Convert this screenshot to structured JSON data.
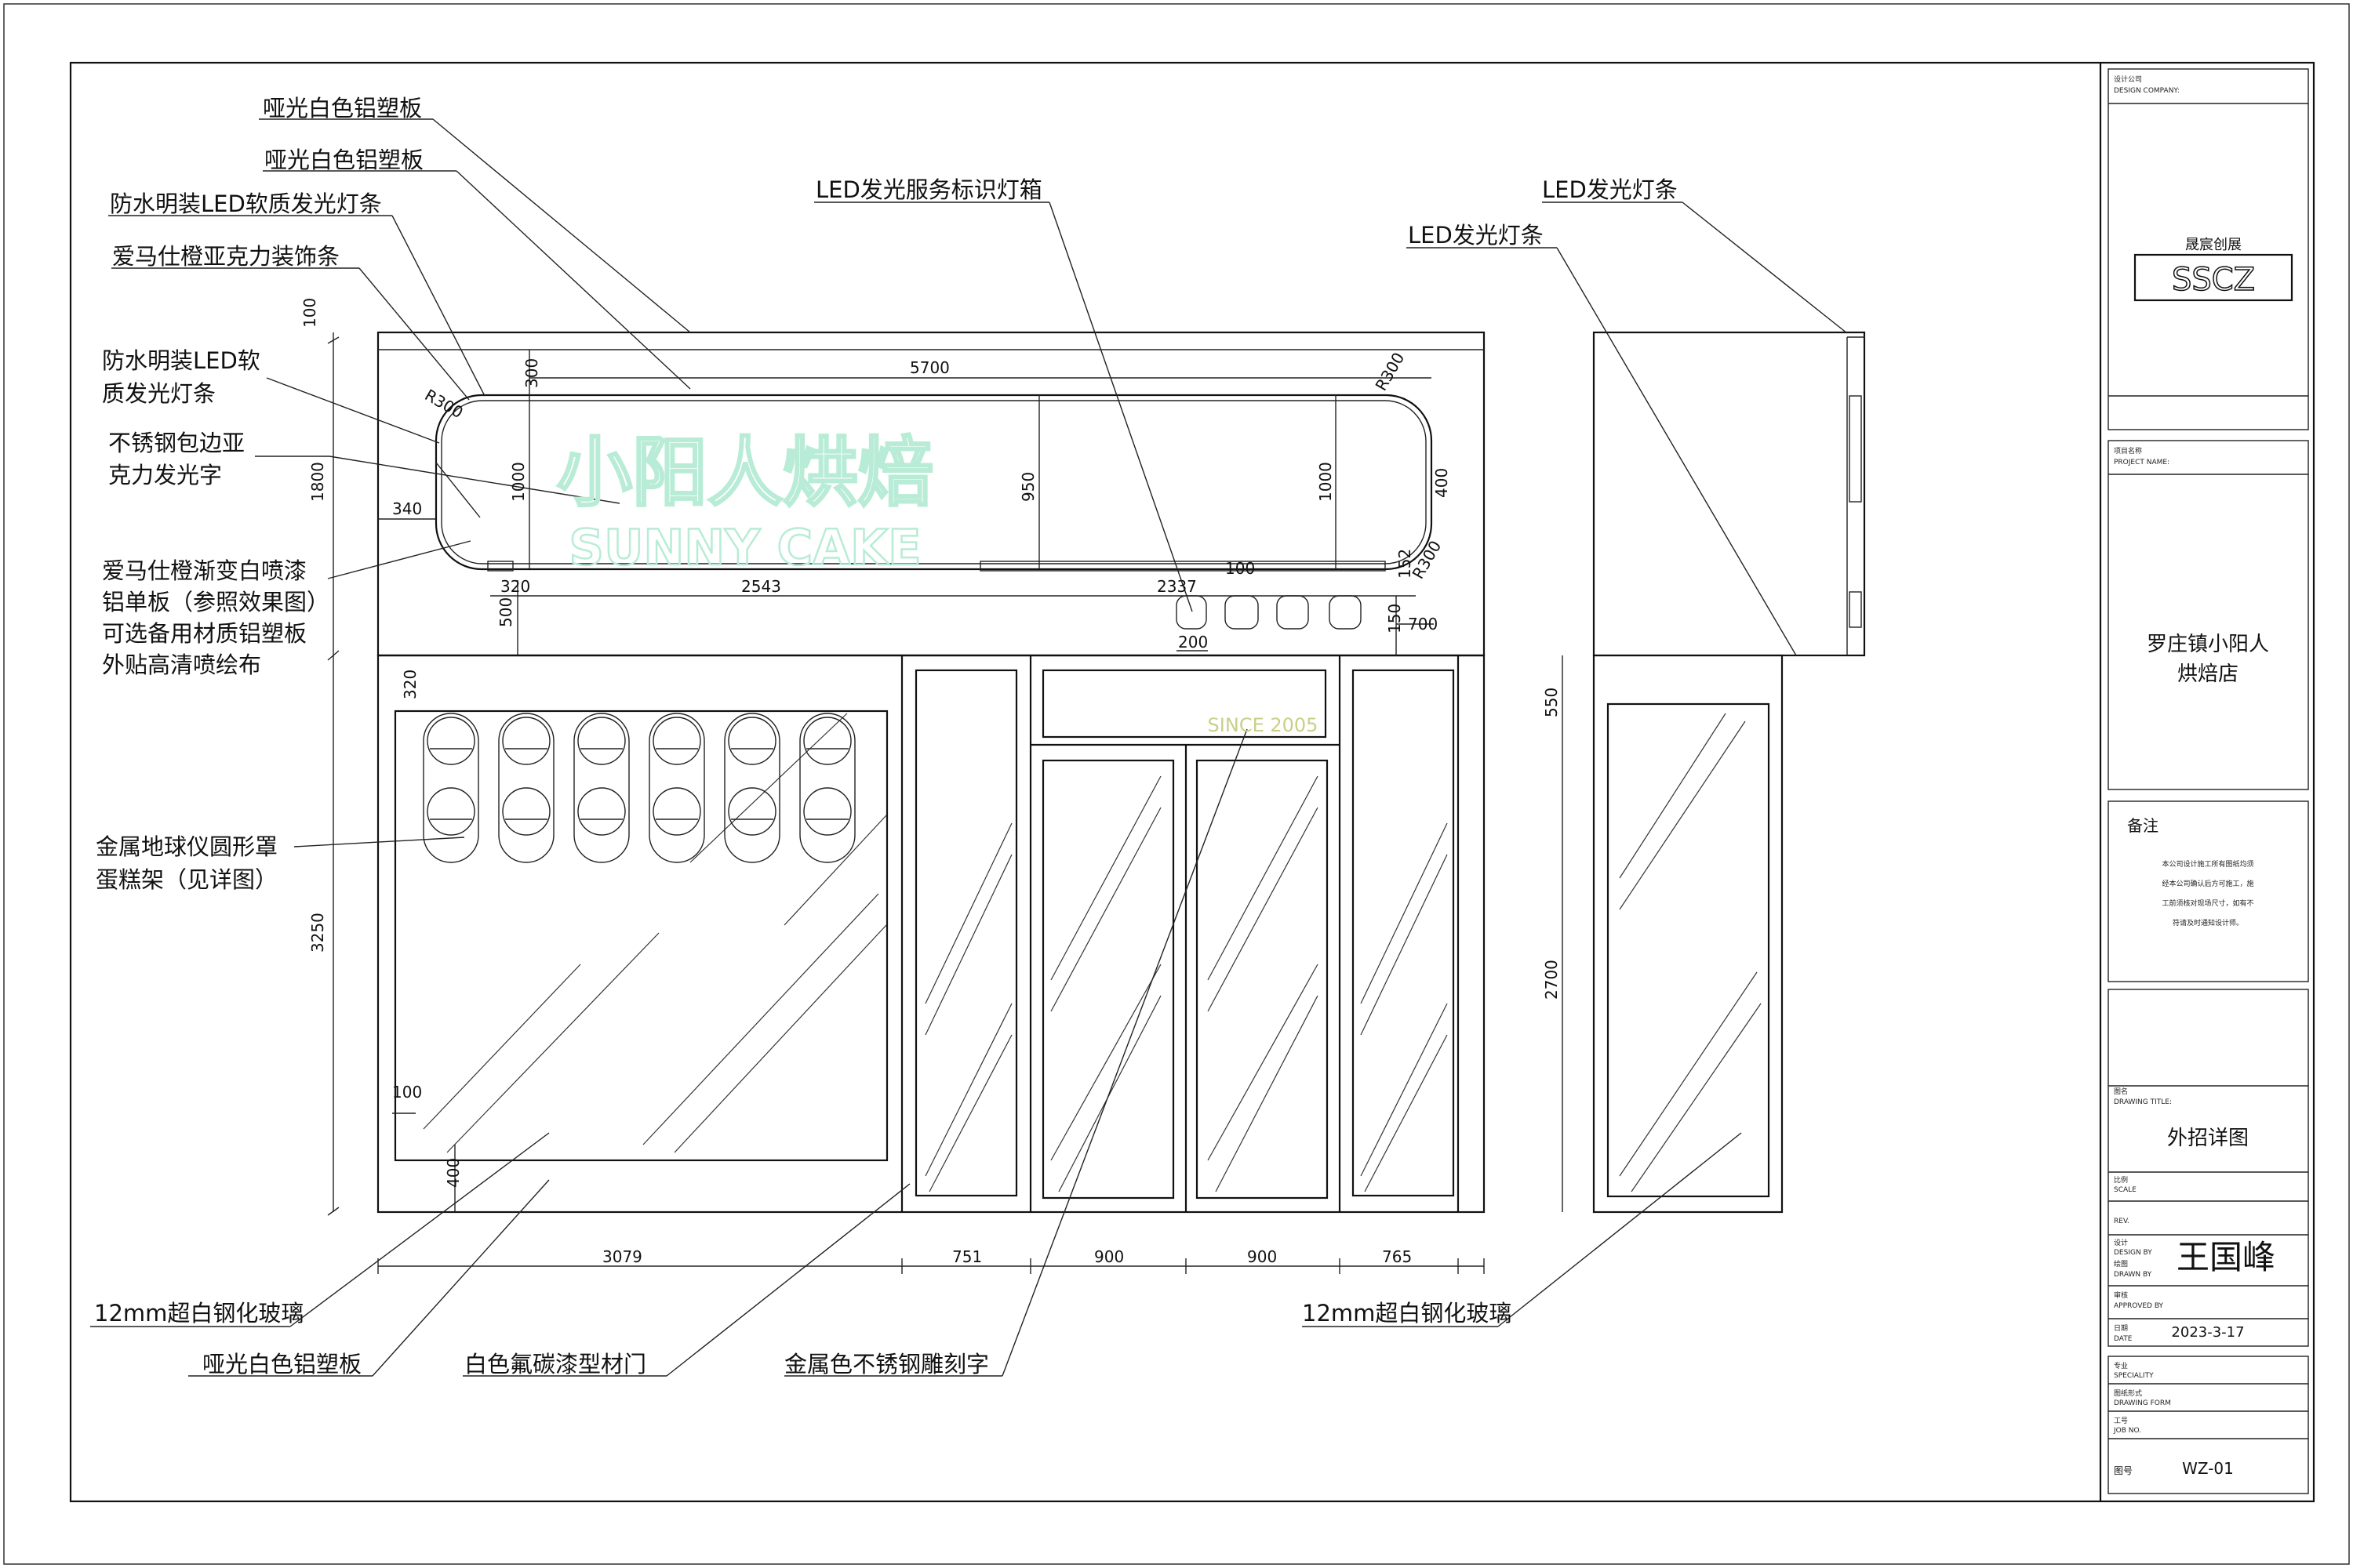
{
  "labels": {
    "top1": "哑光白色铝塑板",
    "top2": "哑光白色铝塑板",
    "led_strip_1": "防水明装LED软质发光灯条",
    "hermes_strip": "爱马仕橙亚克力装饰条",
    "led_strip_2a": "防水明装LED软",
    "led_strip_2b": "质发光灯条",
    "ss_acrylic_a": "不锈钢包边亚",
    "ss_acrylic_b": "克力发光字",
    "gradient_a": "爱马仕橙渐变白喷漆",
    "gradient_b": "铝单板（参照效果图）",
    "gradient_c": "可选备用材质铝塑板",
    "gradient_d": "外贴高清喷绘布",
    "service_lightbox": "LED发光服务标识灯箱",
    "side_led_1": "LED发光灯条",
    "side_led_2": "LED发光灯条",
    "globe_a": "金属地球仪圆形罩",
    "globe_b": "蛋糕架（见详图）",
    "glass_left": "12mm超白钢化玻璃",
    "matte_bottom": "哑光白色铝塑板",
    "door": "白色氟碳漆型材门",
    "engraving": "金属色不锈钢雕刻字",
    "glass_right": "12mm超白钢化玻璃"
  },
  "sign": {
    "cn": "小阳人烘焙",
    "en": "SUNNY CAKE",
    "since": "SINCE 2005"
  },
  "dims": {
    "d100_top": "100",
    "d1800": "1800",
    "d3250": "3250",
    "d300": "300",
    "d5700": "5700",
    "dR300a": "R300",
    "dR300b": "R300",
    "dR300c": "R300",
    "d1000a": "1000",
    "d950": "950",
    "d1000b": "1000",
    "d400": "400",
    "d340": "340",
    "d320a": "320",
    "d2543": "2543",
    "d2337": "2337",
    "d100b": "100",
    "d152": "152",
    "d500": "500",
    "d200": "200",
    "d150": "150",
    "d700": "700",
    "d320b": "320",
    "d550": "550",
    "d2700": "2700",
    "d100c": "100",
    "d400b": "400",
    "d3079": "3079",
    "d751": "751",
    "d900a": "900",
    "d900b": "900",
    "d765": "765"
  },
  "title_block": {
    "design_company": "设计公司",
    "design_company_en": "DESIGN COMPANY:",
    "logo_small": "晟宸创展",
    "logo_big": "SSCZ",
    "project_name": "项目名称",
    "project_name_en": "PROJECT NAME:",
    "project_1": "罗庄镇小阳人",
    "project_2": "烘焙店",
    "notes_title": "备注",
    "notes_1": "本公司设计施工所有图纸均须",
    "notes_2": "经本公司确认后方可施工，施",
    "notes_3": "工前须核对现场尺寸，如有不",
    "notes_4": "符请及时通知设计师。",
    "drawing_title": "图名",
    "drawing_title_en": "DRAWING TITLE:",
    "drawing_name": "外招详图",
    "scale": "比例",
    "scale_en": "SCALE",
    "rev_en": "REV.",
    "design_by": "设计",
    "design_by_en": "DESIGN BY",
    "signature": "王国峰",
    "drawn_by": "绘图",
    "drawn_by_en": "DRAWN BY",
    "approved_by": "审核",
    "approved_by_en": "APPROVED BY",
    "date_label": "日期",
    "date_en": "DATE",
    "date": "2023-3-17",
    "specialty": "专业",
    "specialty_en": "SPECIALITY",
    "form": "图纸形式",
    "form_en": "DRAWING FORM",
    "job": "工号",
    "job_en": "JOB NO.",
    "drawing_no_label": "图号",
    "drawing_no": "WZ-01"
  },
  "colors": {
    "line": "#111111",
    "sign_text": "#b8ecd6",
    "since_text": "#c9cf88"
  }
}
